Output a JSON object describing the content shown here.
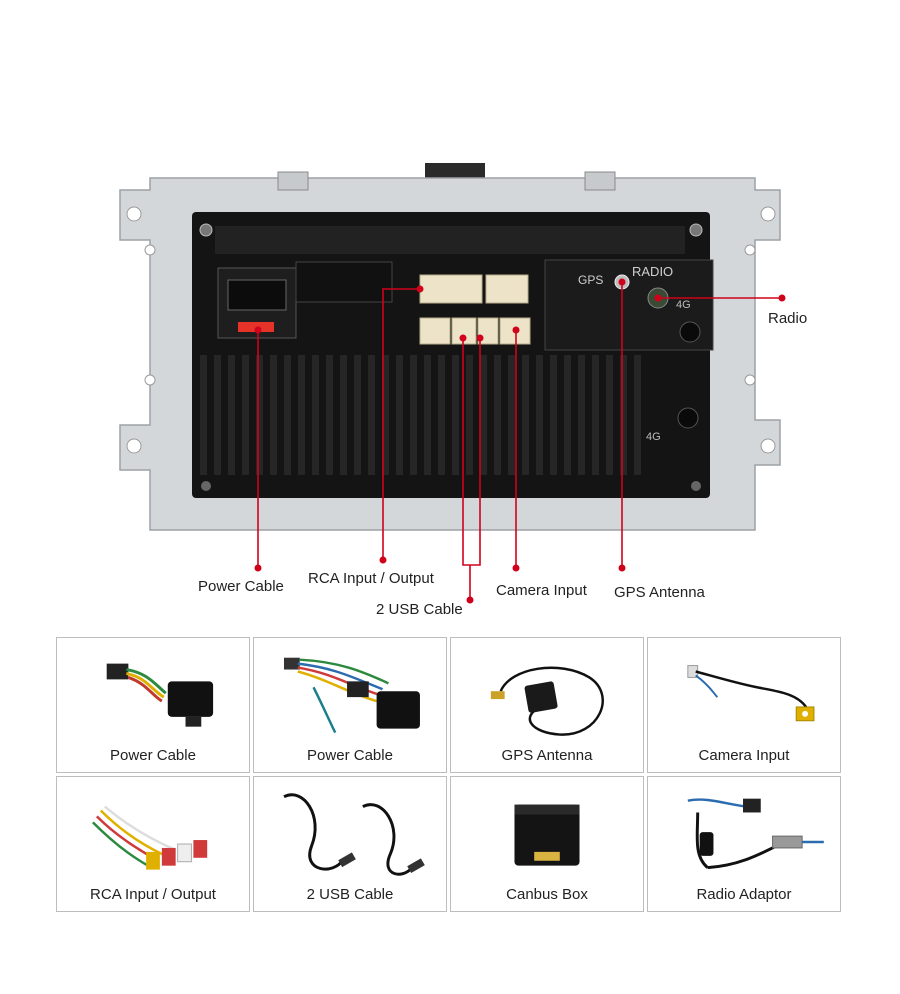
{
  "unit": {
    "gps_label": "GPS",
    "radio_label": "RADIO",
    "port_4g_top": "4G",
    "port_4g_bottom": "4G"
  },
  "callouts": {
    "power_cable": "Power Cable",
    "rca_input_output": "RCA Input / Output",
    "usb_cable": "2 USB Cable",
    "camera_input": "Camera Input",
    "gps_antenna": "GPS Antenna",
    "radio": "Radio"
  },
  "accessories": [
    {
      "label": "Power Cable",
      "icon": "power-harness-icon"
    },
    {
      "label": "Power Cable",
      "icon": "power-harness-icon"
    },
    {
      "label": "GPS Antenna",
      "icon": "gps-antenna-icon"
    },
    {
      "label": "Camera Input",
      "icon": "camera-cable-icon"
    },
    {
      "label": "RCA Input / Output",
      "icon": "rca-cable-icon"
    },
    {
      "label": "2 USB Cable",
      "icon": "usb-cable-icon"
    },
    {
      "label": "Canbus Box",
      "icon": "canbus-box-icon"
    },
    {
      "label": "Radio Adaptor",
      "icon": "radio-adaptor-icon"
    }
  ],
  "colors": {
    "callout_line": "#d0021b",
    "connector_beige": "#ece3c8",
    "chassis_silver": "#d4d7da",
    "heatsink_black": "#1a1a1a"
  }
}
